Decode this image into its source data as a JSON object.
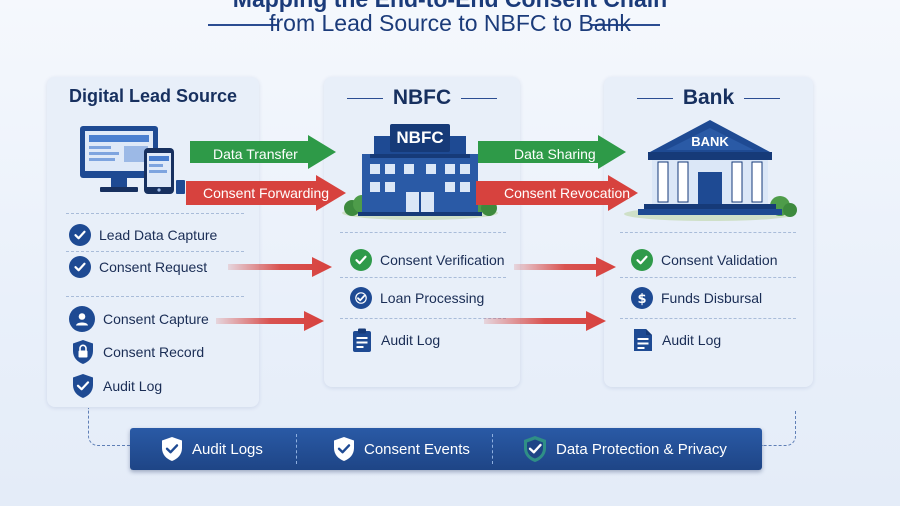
{
  "title": {
    "line1": "Mapping the End-to-End Consent Chain",
    "line2": "from Lead Source to NBFC to Bank"
  },
  "panels": {
    "lead": {
      "title": "Digital Lead Source",
      "items": [
        {
          "label": "Lead Data Capture",
          "icon": "check-circle-icon"
        },
        {
          "label": "Consent Request",
          "icon": "check-circle-icon"
        },
        {
          "label": "Consent Capture",
          "icon": "user-circle-icon"
        },
        {
          "label": "Consent Record",
          "icon": "lock-shield-icon"
        },
        {
          "label": "Audit Log",
          "icon": "check-shield-icon"
        }
      ]
    },
    "nbfc": {
      "title": "NBFC",
      "building_sign": "NBFC",
      "items": [
        {
          "label": "Consent Verification",
          "icon": "check-circle-icon"
        },
        {
          "label": "Loan Processing",
          "icon": "check-circle-icon"
        },
        {
          "label": "Audit Log",
          "icon": "clipboard-icon"
        }
      ]
    },
    "bank": {
      "title": "Bank",
      "building_sign": "BANK",
      "items": [
        {
          "label": "Consent Validation",
          "icon": "check-circle-icon"
        },
        {
          "label": "Funds Disbursal",
          "icon": "dollar-circle-icon"
        },
        {
          "label": "Audit Log",
          "icon": "document-icon"
        }
      ]
    }
  },
  "flows": {
    "data_transfer": "Data Transfer",
    "consent_forwarding": "Consent Forwarding",
    "data_sharing": "Data Sharing",
    "consent_revocation": "Consent Revocation"
  },
  "bottom_bar": {
    "items": [
      {
        "label": "Audit Logs",
        "icon": "check-shield-icon"
      },
      {
        "label": "Consent Events",
        "icon": "check-shield-icon"
      },
      {
        "label": "Data Protection & Privacy",
        "icon": "check-shield-icon"
      }
    ]
  },
  "colors": {
    "navy": "#1e4a93",
    "green_arrow": "#2e9a48",
    "red_arrow": "#d7423e",
    "panel_bg": "#e8eff9"
  }
}
